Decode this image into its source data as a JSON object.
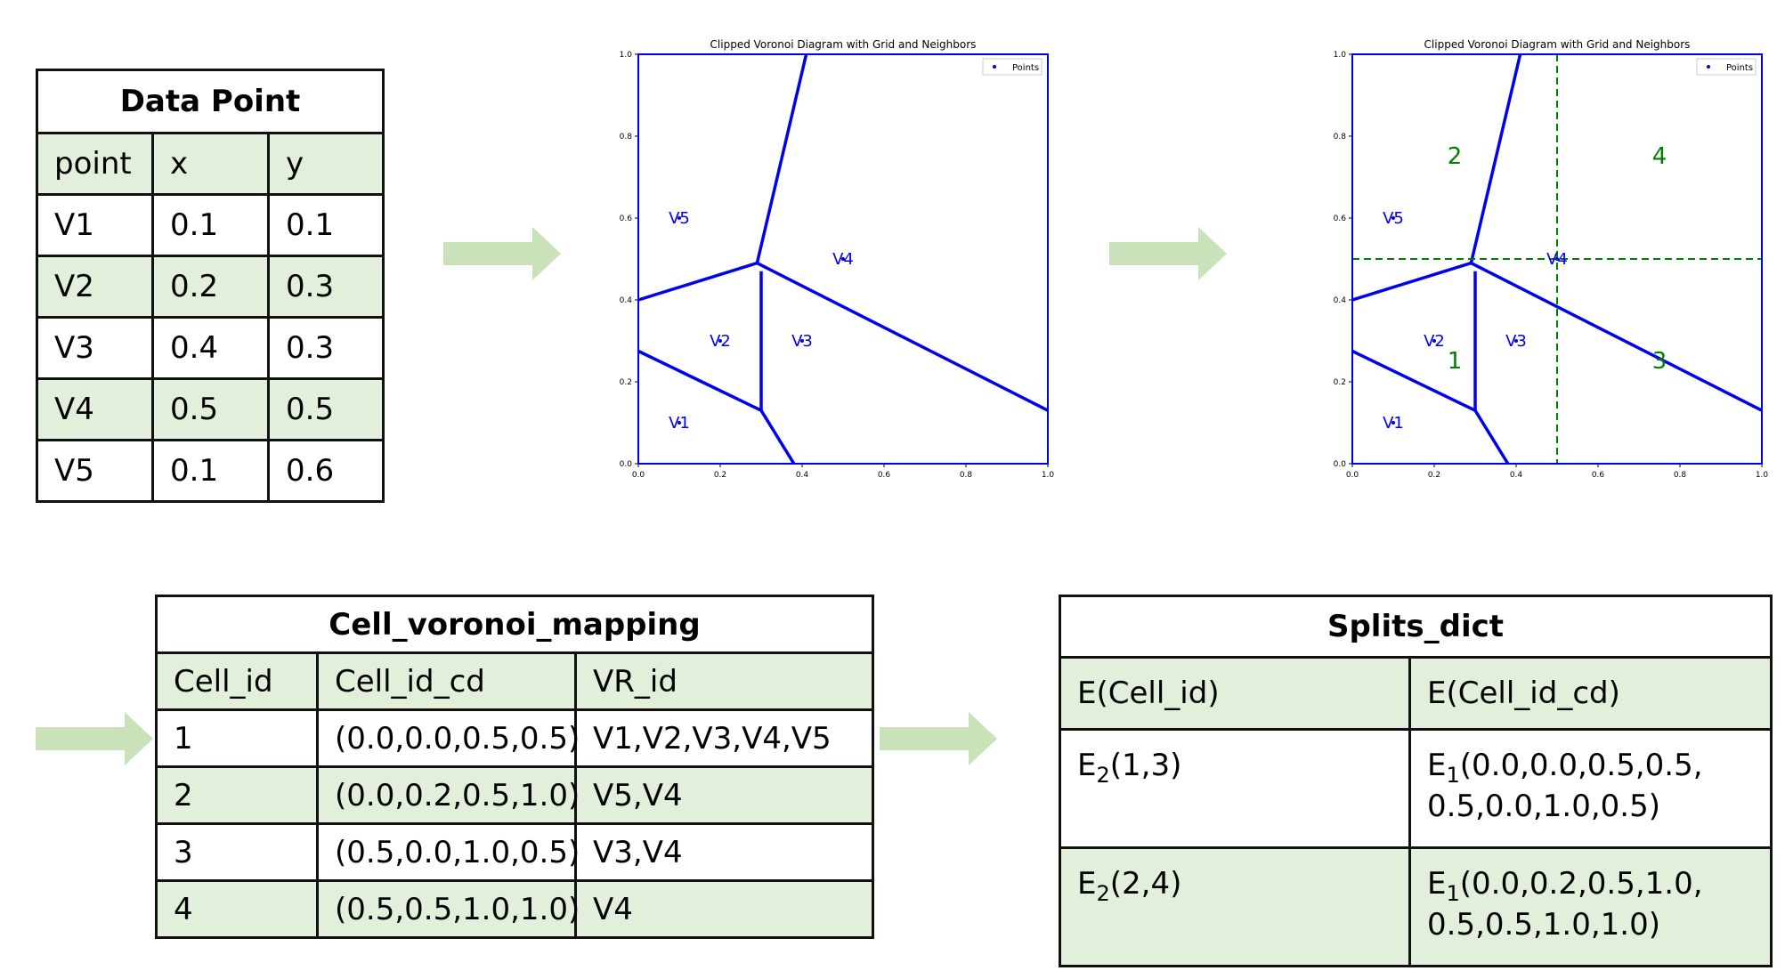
{
  "data_point_table": {
    "title": "Data Point",
    "headers": [
      "point",
      "x",
      "y"
    ],
    "rows": [
      [
        "V1",
        "0.1",
        "0.1"
      ],
      [
        "V2",
        "0.2",
        "0.3"
      ],
      [
        "V3",
        "0.4",
        "0.3"
      ],
      [
        "V4",
        "0.5",
        "0.5"
      ],
      [
        "V5",
        "0.1",
        "0.6"
      ]
    ]
  },
  "plot_left": {
    "title": "Clipped Voronoi Diagram with Grid and Neighbors",
    "legend": "Points",
    "x_ticks": [
      "0.0",
      "0.2",
      "0.4",
      "0.6",
      "0.8",
      "1.0"
    ],
    "y_ticks": [
      "0.0",
      "0.2",
      "0.4",
      "0.6",
      "0.8",
      "1.0"
    ],
    "region_labels": [
      {
        "text": "V5",
        "x": 0.1,
        "y": 0.6
      },
      {
        "text": "V4",
        "x": 0.5,
        "y": 0.5
      },
      {
        "text": "V2",
        "x": 0.2,
        "y": 0.3
      },
      {
        "text": "V3",
        "x": 0.4,
        "y": 0.3
      },
      {
        "text": "V1",
        "x": 0.1,
        "y": 0.1
      }
    ]
  },
  "plot_right": {
    "title": "Clipped Voronoi Diagram with Grid and Neighbors",
    "legend": "Points",
    "x_ticks": [
      "0.0",
      "0.2",
      "0.4",
      "0.6",
      "0.8",
      "1.0"
    ],
    "y_ticks": [
      "0.0",
      "0.2",
      "0.4",
      "0.6",
      "0.8",
      "1.0"
    ],
    "region_labels": [
      {
        "text": "V5",
        "x": 0.1,
        "y": 0.6
      },
      {
        "text": "V4",
        "x": 0.5,
        "y": 0.5
      },
      {
        "text": "V2",
        "x": 0.2,
        "y": 0.3
      },
      {
        "text": "V3",
        "x": 0.4,
        "y": 0.3
      },
      {
        "text": "V1",
        "x": 0.1,
        "y": 0.1
      }
    ],
    "cell_labels": [
      {
        "text": "1",
        "x": 0.25,
        "y": 0.25
      },
      {
        "text": "2",
        "x": 0.25,
        "y": 0.75
      },
      {
        "text": "3",
        "x": 0.75,
        "y": 0.25
      },
      {
        "text": "4",
        "x": 0.75,
        "y": 0.75
      }
    ],
    "grid_split": {
      "x": 0.5,
      "y": 0.5
    }
  },
  "voronoi_edges": [
    [
      [
        0.0,
        0.4
      ],
      [
        0.29,
        0.49
      ]
    ],
    [
      [
        0.29,
        0.49
      ],
      [
        0.41,
        1.0
      ]
    ],
    [
      [
        0.29,
        0.49
      ],
      [
        1.0,
        0.13
      ]
    ],
    [
      [
        0.3,
        0.47
      ],
      [
        0.3,
        0.13
      ]
    ],
    [
      [
        0.0,
        0.275
      ],
      [
        0.3,
        0.13
      ]
    ],
    [
      [
        0.3,
        0.13
      ],
      [
        0.38,
        0.0
      ]
    ]
  ],
  "cell_mapping_table": {
    "title": "Cell_voronoi_mapping",
    "headers": [
      "Cell_id",
      "Cell_id_cd",
      "VR_id"
    ],
    "rows": [
      [
        "1",
        "(0.0,0.0,0.5,0.5)",
        "V1,V2,V3,V4,V5"
      ],
      [
        "2",
        "(0.0,0.2,0.5,1.0)",
        "V5,V4"
      ],
      [
        "3",
        "(0.5,0.0,1.0,0.5)",
        "V3,V4"
      ],
      [
        "4",
        "(0.5,0.5,1.0,1.0)",
        "V4"
      ]
    ]
  },
  "splits_table": {
    "title": "Splits_dict",
    "headers": [
      "E(Cell_id)",
      "E(Cell_id_cd)"
    ],
    "rows": [
      {
        "e": "E",
        "sub": "2",
        "cell": "(1,3)",
        "e2": "E",
        "sub2": "1",
        "cd1": "(0.0,0.0,0.5,0.5,",
        "cd2": "0.5,0.0,1.0,0.5)"
      },
      {
        "e": "E",
        "sub": "2",
        "cell": "(2,4)",
        "e2": "E",
        "sub2": "1",
        "cd1": "(0.0,0.2,0.5,1.0,",
        "cd2": "0.5,0.5,1.0,1.0)"
      }
    ]
  },
  "colors": {
    "header_green": "#e2efda",
    "voronoi_blue": "#0000ee",
    "grid_green": "#008000",
    "arrow_green": "#c9e2b9"
  }
}
